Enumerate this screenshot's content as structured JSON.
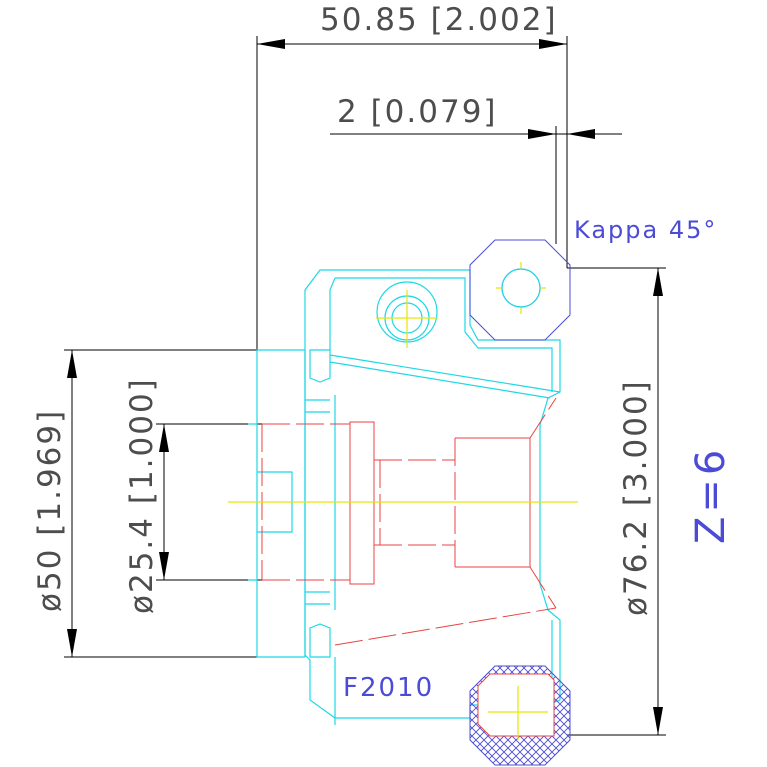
{
  "dimensions": {
    "overall_width": "50.85 [2.002]",
    "chamfer_width": "2 [0.079]",
    "bore_diameter": "ø50 [1.969]",
    "pilot_diameter": "ø25.4 [1.000]",
    "cutter_diameter": "ø76.2 [3.000]"
  },
  "labels": {
    "kappa": "Kappa 45°",
    "model": "F2010",
    "teeth": "Z=6"
  },
  "colors": {
    "dimension_lines": "#000000",
    "body_outline": "#1fd8e6",
    "hidden_lines": "#e64444",
    "centerlines": "#e6e600",
    "insert_hatch": "#4b4bd6",
    "dimension_text": "#4d4d4d"
  }
}
